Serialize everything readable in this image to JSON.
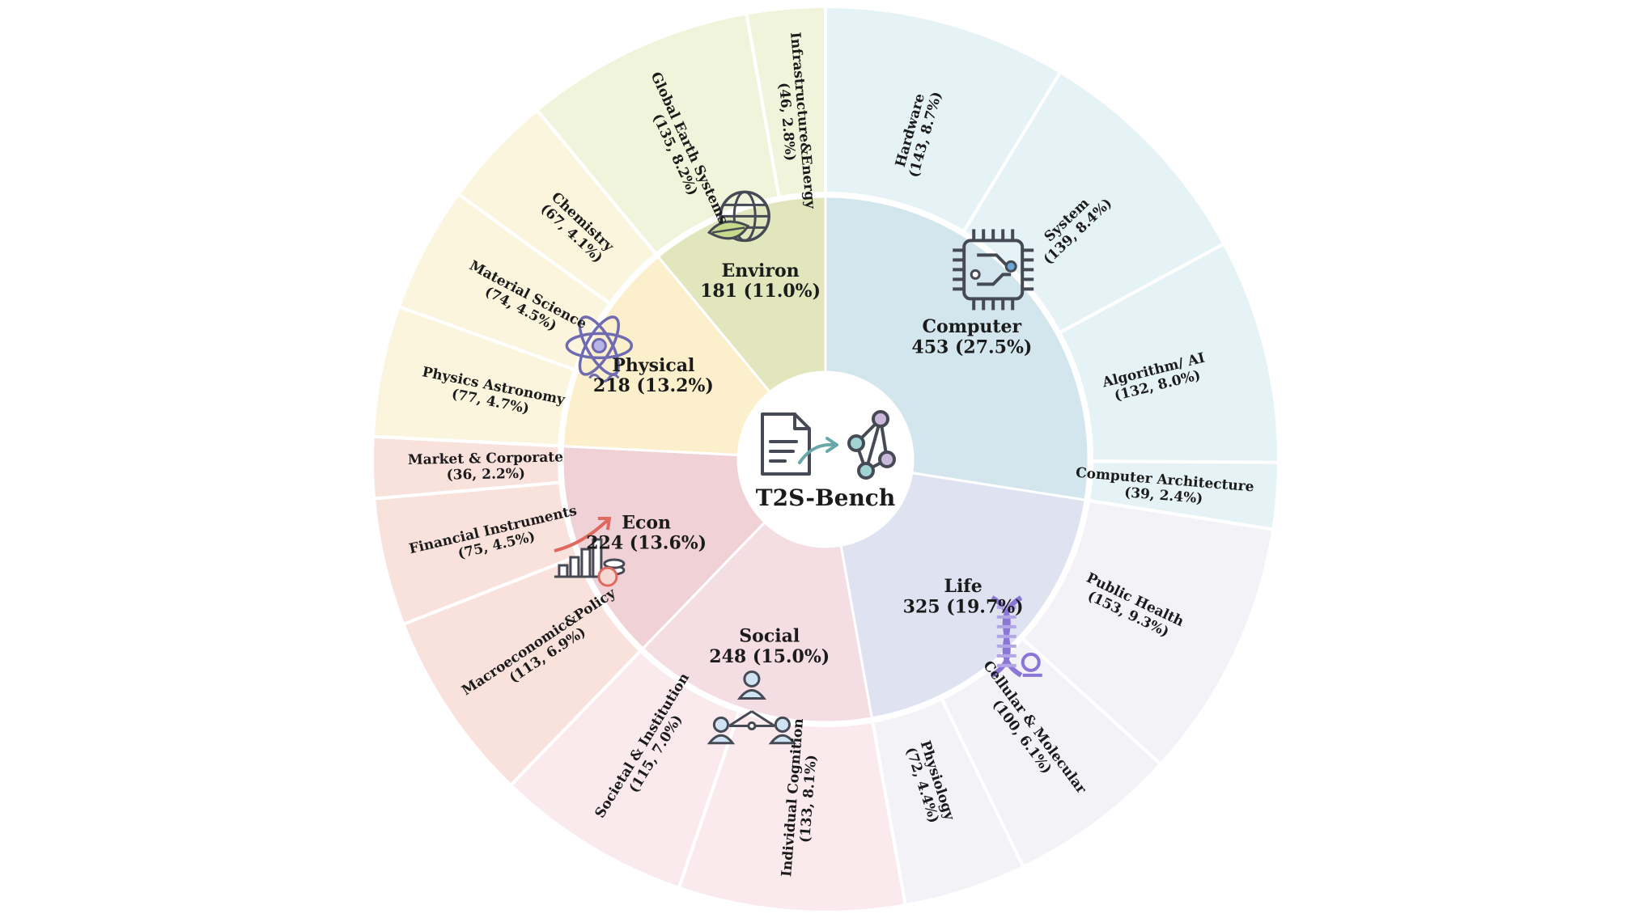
{
  "chart_data": {
    "type": "sunburst",
    "center_label": "T2S-Bench",
    "categories": [
      {
        "name": "Computer",
        "count": "453",
        "pct": "27.5%",
        "value": 453,
        "inner_color": "#d3e6ee",
        "outer_color": "#e6f3f6",
        "icon": "chip-icon",
        "children": [
          {
            "name": "Hardware",
            "count": "143",
            "pct": "8.7%",
            "value": 143
          },
          {
            "name": "System",
            "count": "139",
            "pct": "8.4%",
            "value": 139
          },
          {
            "name": "Algorithm/ AI",
            "count": "132",
            "pct": "8.0%",
            "value": 132
          },
          {
            "name": "Computer Architecture",
            "count": "39",
            "pct": "2.4%",
            "value": 39
          }
        ]
      },
      {
        "name": "Life",
        "count": "325",
        "pct": "19.7%",
        "value": 325,
        "inner_color": "#dfe3f1",
        "outer_color": "#f3f2f7",
        "icon": "dna-icon",
        "children": [
          {
            "name": "Public Health",
            "count": "153",
            "pct": "9.3%",
            "value": 153
          },
          {
            "name": "Cellular & Molecular",
            "count": "100",
            "pct": "6.1%",
            "value": 100
          },
          {
            "name": "Physiology",
            "count": "72",
            "pct": "4.4%",
            "value": 72
          }
        ]
      },
      {
        "name": "Social",
        "count": "248",
        "pct": "15.0%",
        "value": 248,
        "inner_color": "#f4dde3",
        "outer_color": "#faeaee",
        "icon": "people-network-icon",
        "children": [
          {
            "name": "Individual Cognition",
            "count": "133",
            "pct": "8.1%",
            "value": 133
          },
          {
            "name": "Societal & Institution",
            "count": "115",
            "pct": "7.0%",
            "value": 115
          }
        ]
      },
      {
        "name": "Econ",
        "count": "224",
        "pct": "13.6%",
        "value": 224,
        "inner_color": "#f0d1d5",
        "outer_color": "#f9e1dc",
        "icon": "growth-chart-icon",
        "children": [
          {
            "name": "Macroeconomic&Policy",
            "count": "113",
            "pct": "6.9%",
            "value": 113
          },
          {
            "name": "Financial Instruments",
            "count": "75",
            "pct": "4.5%",
            "value": 75
          },
          {
            "name": "Market & Corporate",
            "count": "36",
            "pct": "2.2%",
            "value": 36
          }
        ]
      },
      {
        "name": "Physical",
        "count": "218",
        "pct": "13.2%",
        "value": 218,
        "inner_color": "#fcf0cc",
        "outer_color": "#fcf5de",
        "icon": "atom-icon",
        "children": [
          {
            "name": "Physics Astronomy",
            "count": "77",
            "pct": "4.7%",
            "value": 77
          },
          {
            "name": "Material Science",
            "count": "74",
            "pct": "4.5%",
            "value": 74
          },
          {
            "name": "Chemistry",
            "count": "67",
            "pct": "4.1%",
            "value": 67
          }
        ]
      },
      {
        "name": "Environ",
        "count": "181",
        "pct": "11.0%",
        "value": 181,
        "inner_color": "#e1e6bc",
        "outer_color": "#f0f4da",
        "icon": "globe-leaf-icon",
        "children": [
          {
            "name": "Global Earth Systems",
            "count": "135",
            "pct": "8.2%",
            "value": 135
          },
          {
            "name": "Infrastructure&Energy",
            "count": "46",
            "pct": "2.8%",
            "value": 46
          }
        ]
      }
    ]
  }
}
